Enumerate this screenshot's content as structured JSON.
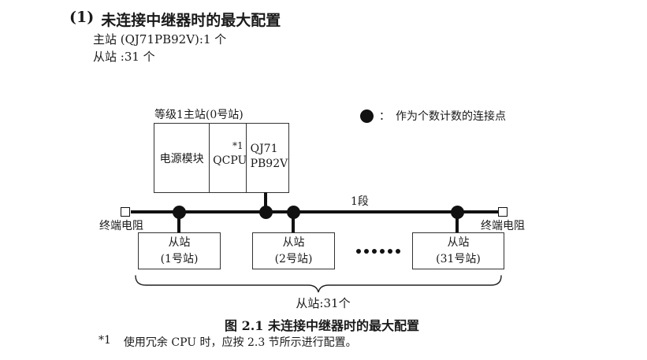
{
  "header": {
    "number": "(1)",
    "title": "未连接中继器时的最大配置",
    "master_line": "主站 (QJ71PB92V):1 个",
    "slave_line": "从站 :31 个"
  },
  "diagram": {
    "master_station_label": "等级1主站(0号站)",
    "master_modules": {
      "power": "电源模块",
      "cpu": "QCPU",
      "cpu_note": "*1",
      "interface_line1": "QJ71",
      "interface_line2": "PB92V"
    },
    "legend": {
      "separator": "：",
      "text": "作为个数计数的连接点"
    },
    "segment_label": "1段",
    "terminator_left_label": "终端电阻",
    "terminator_right_label": "终端电阻",
    "slaves": [
      {
        "line1": "从站",
        "line2": "(1号站)"
      },
      {
        "line1": "从站",
        "line2": "(2号站)"
      },
      {
        "line1": "从站",
        "line2": "(31号站)"
      }
    ],
    "slave_count_label": "从站:31个"
  },
  "caption": "图 2.1 未连接中继器时的最大配置",
  "footnote": {
    "marker": "*1",
    "text": "使用冗余 CPU 时，应按 2.3 节所示进行配置。"
  }
}
